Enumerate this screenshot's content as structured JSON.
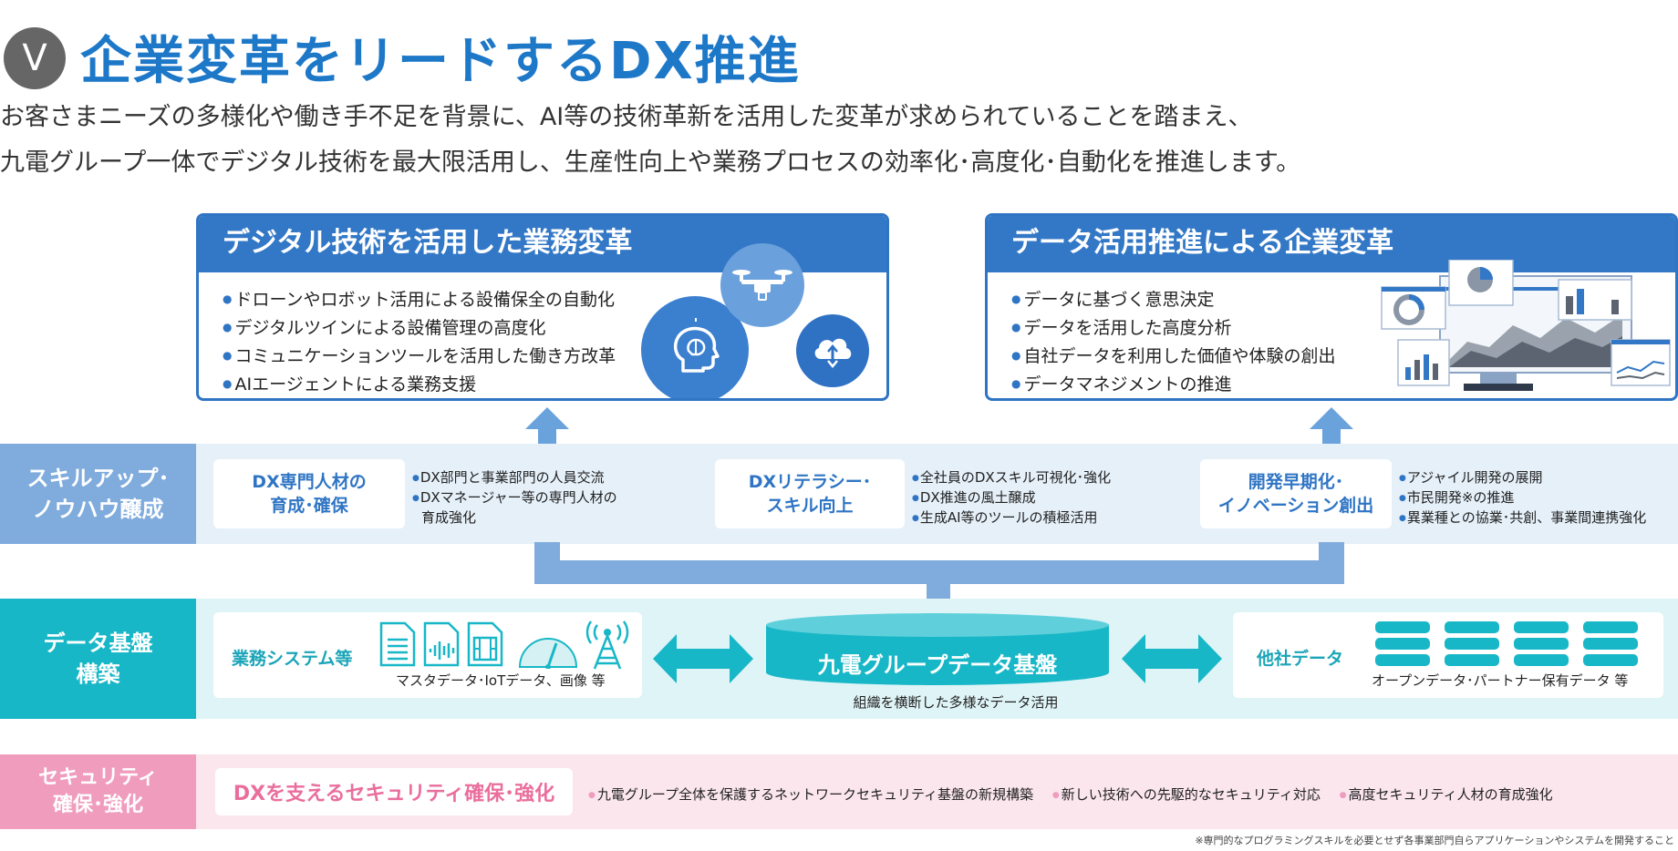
{
  "header": {
    "roman": "V",
    "title": "企業変革をリードするDX推進",
    "intro_line1": "お客さまニーズの多様化や働き手不足を背景に、AI等の技術革新を活用した変革が求められていることを踏まえ、",
    "intro_line2": "九電グループ一体でデジタル技術を最大限活用し、生産性向上や業務プロセスの効率化･高度化･自動化を推進します。"
  },
  "top_left": {
    "title": "デジタル技術を活用した業務変革",
    "items": [
      "ドローンやロボット活用による設備保全の自動化",
      "デジタルツインによる設備管理の高度化",
      "コミュニケーションツールを活用した働き方改革",
      "AIエージェントによる業務支援"
    ],
    "icons": [
      "ai-brain-icon",
      "drone-icon",
      "cloud-icon"
    ]
  },
  "top_right": {
    "title": "データ活用推進による企業変革",
    "items": [
      "データに基づく意思決定",
      "データを活用した高度分析",
      "自社データを利用した価値や体験の創出",
      "データマネジメントの推進"
    ],
    "icons": [
      "dashboard-monitor-icon"
    ]
  },
  "skill": {
    "label_line1": "スキルアップ･",
    "label_line2": "ノウハウ醸成",
    "cards": [
      {
        "line1": "DX専門人材の",
        "line2": "育成･確保",
        "items": [
          "DX部門と事業部門の人員交流",
          "DXマネージャー等の専門人材の",
          "育成強化"
        ]
      },
      {
        "line1": "DXリテラシー･",
        "line2": "スキル向上",
        "items": [
          "全社員のDXスキル可視化･強化",
          "DX推進の風土醸成",
          "生成AI等のツールの積極活用"
        ]
      },
      {
        "line1": "開発早期化･",
        "line2": "イノベーション創出",
        "items": [
          "アジャイル開発の展開",
          "市民開発※の推進",
          "異業種との協業･共創、事業間連携強化"
        ]
      }
    ]
  },
  "data_platform": {
    "label_line1": "データ基盤",
    "label_line2": "構築",
    "left_card": {
      "title": "業務システム等",
      "sub": "マスタデータ･IoTデータ、画像 等",
      "icons": [
        "document-icon",
        "audio-file-icon",
        "video-file-icon",
        "gauge-icon",
        "antenna-tower-icon"
      ]
    },
    "center": {
      "title": "九電グループデータ基盤",
      "caption": "組織を横断した多様なデータ活用"
    },
    "right_card": {
      "title": "他社データ",
      "sub": "オープンデータ･パートナー保有データ 等",
      "icons": [
        "database-icon",
        "database-icon",
        "database-icon",
        "database-icon"
      ]
    }
  },
  "security": {
    "label_line1": "セキュリティ",
    "label_line2": "確保･強化",
    "card": "DXを支えるセキュリティ確保･強化",
    "items": [
      "九電グループ全体を保護するネットワークセキュリティ基盤の新規構築",
      "新しい技術への先駆的なセキュリティ対応",
      "高度セキュリティ人材の育成強化"
    ]
  },
  "footnote": "※専門的なプログラミングスキルを必要とせず各事業部門自らアプリケーションやシステムを開発すること",
  "colors": {
    "blue": "#2f75c4",
    "light_blue": "#7fabdd",
    "teal": "#18b7c7",
    "pink": "#f09cbd"
  }
}
